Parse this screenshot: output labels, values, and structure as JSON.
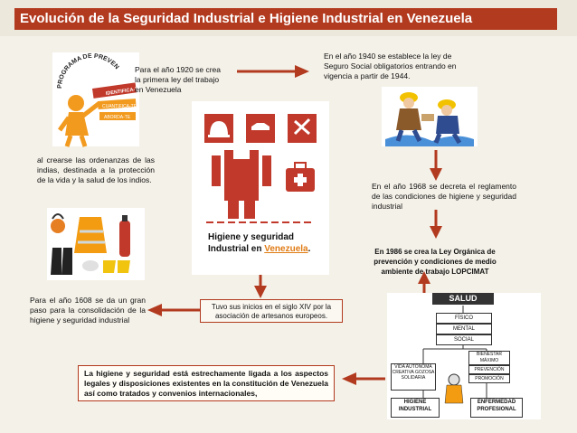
{
  "header": {
    "title": "Evolución de la Seguridad Industrial e Higiene Industrial en Venezuela"
  },
  "center": {
    "caption_prefix": "Higiene y seguridad Industrial en",
    "caption_link": "Venezuela",
    "caption_suffix": "."
  },
  "poster": {
    "arc_text": "PROGRAMA DE PREVENCIÓN",
    "items": [
      "IDENTIFICA-TE",
      "CUANTIFICA-TE",
      "ABORDA-TE"
    ]
  },
  "nodes": {
    "ley_1920": "Para el año 1920 se crea la primera ley del trabajo en Venezuela",
    "seguro_1940": "En el año 1940 se establece la ley de Seguro Social obligatorios entrando en vigencia a partir de 1944.",
    "indias": "al crearse las ordenanzas de las indias, destinada a la protección de la vida y la salud de los indios.",
    "reglamento_1968": "En el año 1968 se decreta el reglamento de las condiciones de higiene y seguridad industrial",
    "lopcymat_1986": "En 1986 se crea la Ley Orgánica de prevención y condiciones de medio ambiente de trabajo LOPCIMAT",
    "inicio_1608": "Para el año 1608 se da un gran paso para la consolidación de la higiene y seguridad industrial",
    "siglo_xiv": "Tuvo sus inicios en el siglo XIV por la asociación de artesanos europeos.",
    "conclusion": "La higiene y seguridad está estrechamente ligada a los aspectos legales y disposiciones existentes en la constitución de Venezuela así como tratados y convenios internacionales,"
  },
  "salud_diagram": {
    "title": "SALUD",
    "levels": [
      "FÍSICO",
      "MENTAL",
      "SOCIAL"
    ],
    "right_boxes": [
      "BIENESTAR MÁXIMO",
      "PREVENCIÓN",
      "PROMOCIÓN"
    ],
    "left_box": "VIDA AUTÓNOMA CREATIVA GOZOSA SOLIDARIA",
    "bottom_left": "HIGIENE INDUSTRIAL",
    "bottom_right": "ENFERMEDAD PROFESIONAL"
  },
  "colors": {
    "accent": "#b23a1f",
    "link": "#e07b14",
    "background": "#f4f1e8"
  }
}
